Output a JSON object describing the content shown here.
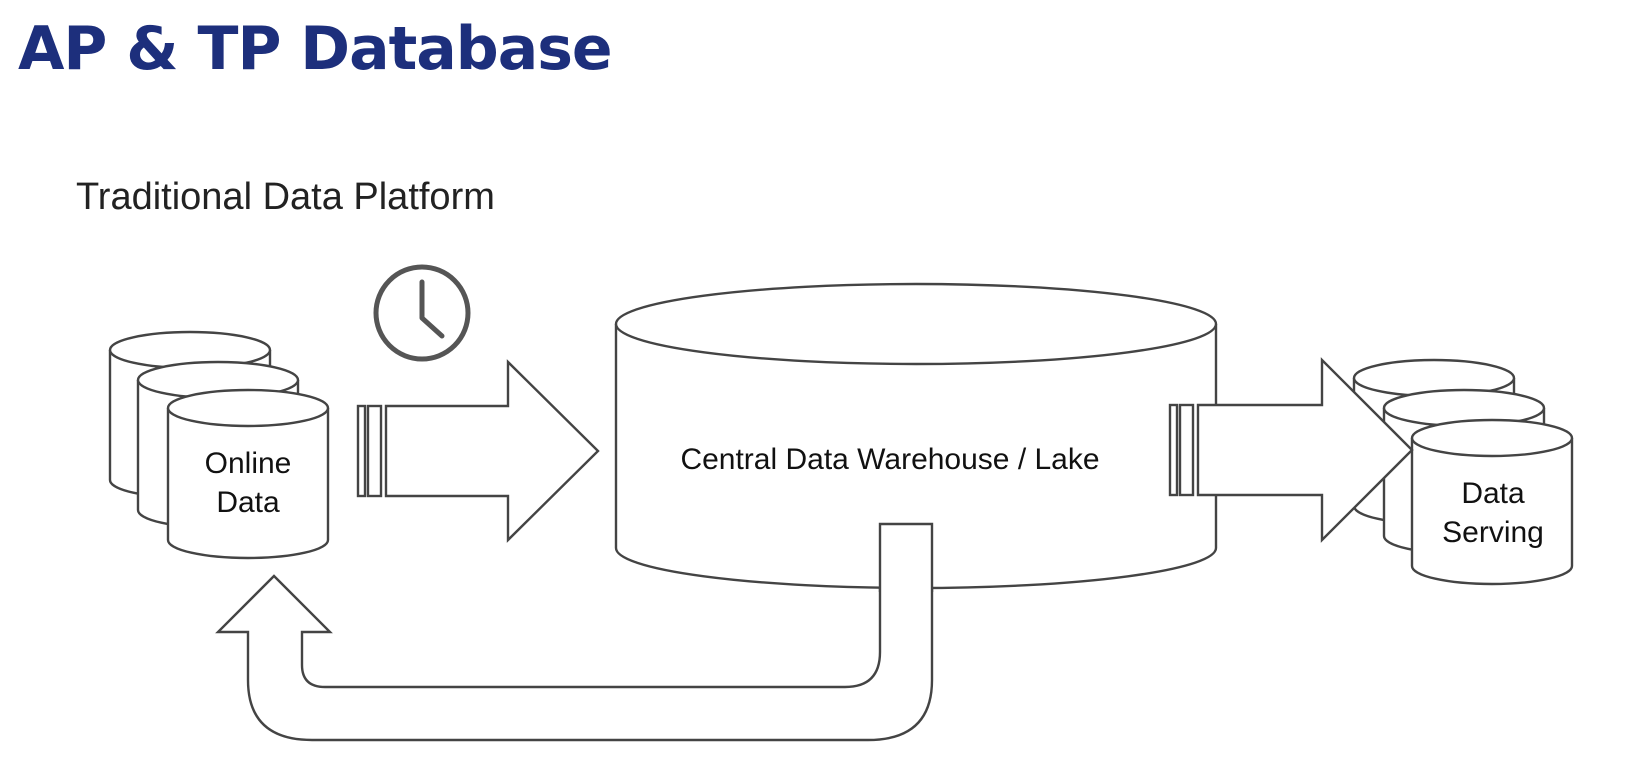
{
  "header": {
    "title": "AP & TP Database"
  },
  "diagram": {
    "subtitle": "Traditional Data Platform",
    "online_data": {
      "line1": "Online",
      "line2": "Data"
    },
    "warehouse": {
      "label": "Central Data Warehouse / Lake"
    },
    "data_serving": {
      "line1": "Data",
      "line2": "Serving"
    },
    "icons": {
      "schedule": "clock-icon"
    }
  }
}
